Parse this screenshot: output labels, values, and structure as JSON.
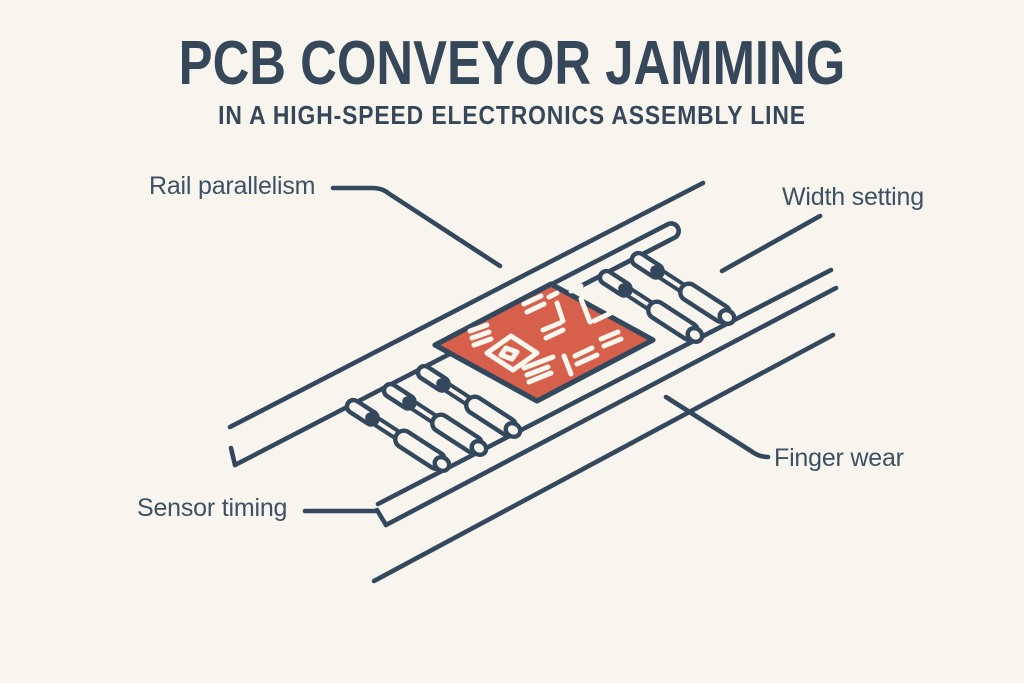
{
  "title": "PCB CONVEYOR JAMMING",
  "subtitle": "IN A HIGH-SPEED ELECTRONICS ASSEMBLY LINE",
  "labels": {
    "rail_parallelism": "Rail parallelism",
    "width_setting": "Width setting",
    "sensor_timing": "Sensor timing",
    "finger_wear": "Finger wear"
  },
  "diagram": {
    "subject": "isometric PCB edge-belt conveyor with transfer fingers and jammed PCB",
    "callout_count": 4
  },
  "colors": {
    "background": "#f8f5ee",
    "ink": "#33485c",
    "title_ink": "#36475a",
    "label_ink": "#3e5164",
    "pcb_red": "#d6604b",
    "trace_white": "#fbf7ef"
  }
}
